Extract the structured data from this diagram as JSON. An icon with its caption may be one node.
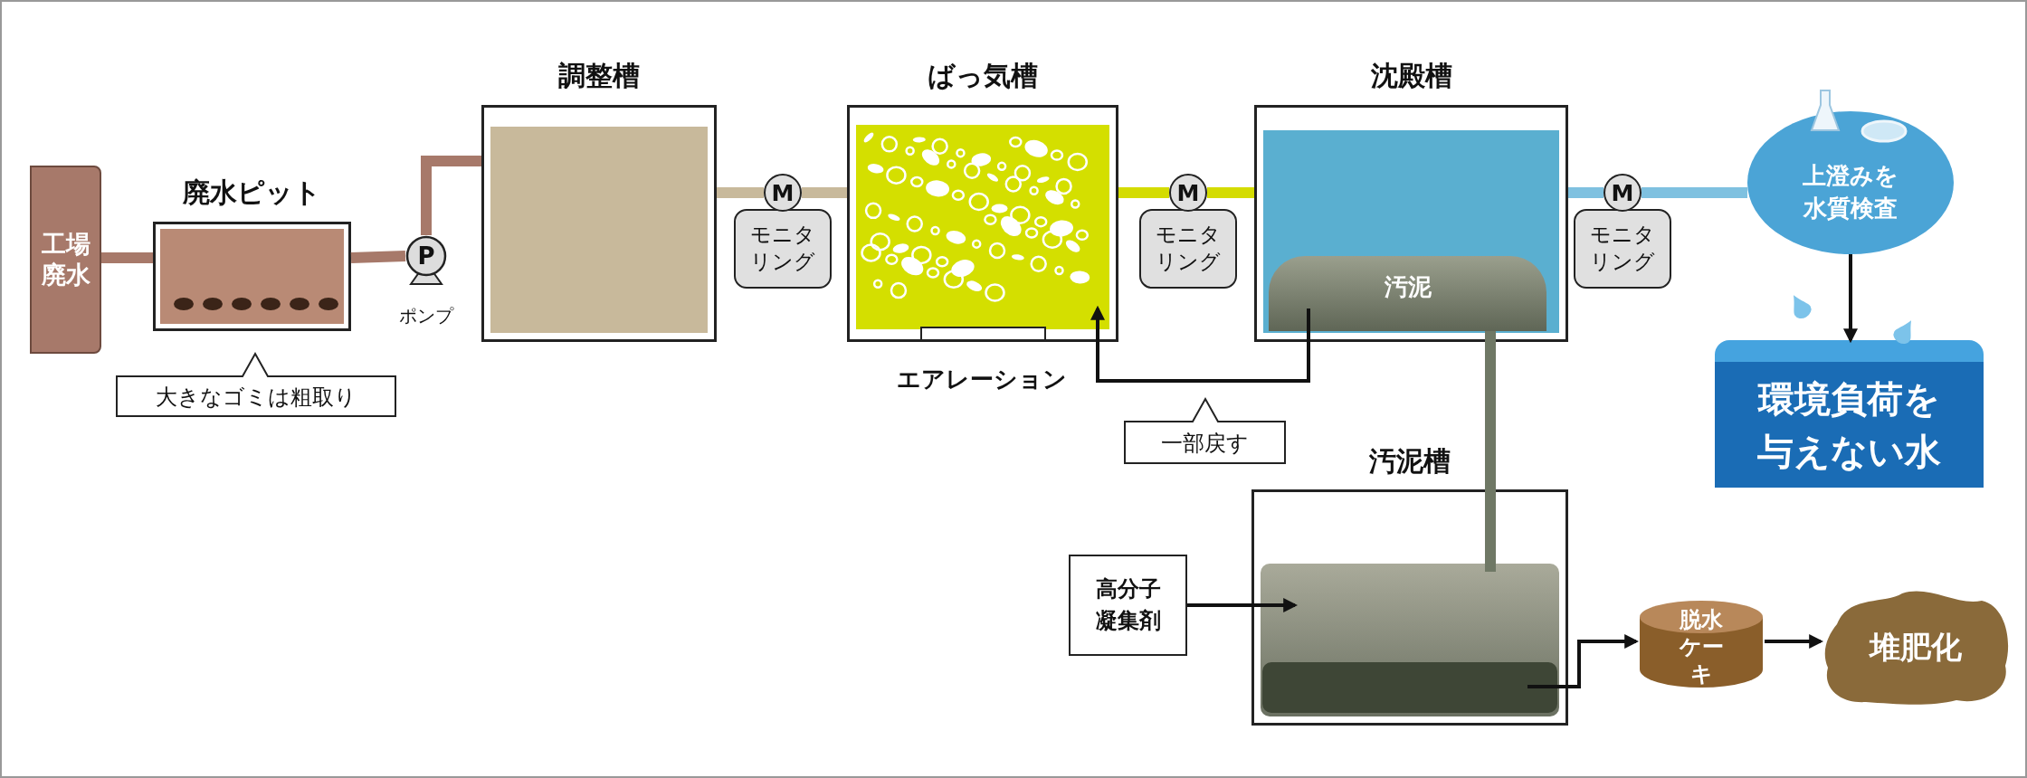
{
  "diagram": {
    "nodes": [
      {
        "text": [
          "工場廃水"
        ]
      },
      {
        "text": [
          "廃水ピット"
        ]
      },
      {
        "text": [
          "大きなゴミは粗取り"
        ]
      },
      {
        "text": [
          "P"
        ],
        "beside": [
          "ポンプ"
        ]
      },
      {
        "text": [
          "調整槽"
        ]
      },
      {
        "text": [
          "M",
          "モニタリング"
        ]
      },
      {
        "text": [
          "ばっ気槽"
        ],
        "beside": [
          "エアレーション"
        ]
      },
      {
        "text": [
          "M",
          "モニタリング"
        ]
      },
      {
        "text": [
          "沈殿槽"
        ]
      },
      {
        "text": [
          "汚泥"
        ],
        "in": 8
      },
      {
        "text": [
          "一部戻す"
        ]
      },
      {
        "text": [
          "M",
          "モニタリング"
        ]
      },
      {
        "text": [
          "上澄みを水質検査"
        ]
      },
      {
        "text": [
          "環境負荷を与えない水"
        ]
      },
      {
        "text": [
          "汚泥槽"
        ]
      },
      {
        "text": [
          "高分子凝集剤"
        ]
      },
      {
        "text": [
          "脱水ケーキ"
        ]
      },
      {
        "text": [
          "堆肥化"
        ]
      }
    ],
    "edges": [
      {
        "from": 0,
        "to": 1,
        "arrow": "none",
        "color": "#a7796a"
      },
      {
        "from": 1,
        "to": 3,
        "arrow": "none",
        "color": "#a7796a"
      },
      {
        "from": 3,
        "to": 4,
        "arrow": "none",
        "color": "#a7796a"
      },
      {
        "from": 4,
        "to": 5,
        "arrow": "none",
        "color": "#c8b99b"
      },
      {
        "from": 5,
        "to": 6,
        "arrow": "none",
        "color": "#c8b99b"
      },
      {
        "from": 6,
        "to": 7,
        "arrow": "none",
        "color": "#d4dc00"
      },
      {
        "from": 7,
        "to": 8,
        "arrow": "none",
        "color": "#d4dc00"
      },
      {
        "from": 8,
        "to": 11,
        "arrow": "none",
        "color": "#7fc1e0"
      },
      {
        "from": 11,
        "to": 12,
        "arrow": "none",
        "color": "#7fc1e0"
      },
      {
        "from": 9,
        "to": 6,
        "arrow": "to"
      },
      {
        "from": 12,
        "to": 13,
        "arrow": "to"
      },
      {
        "from": 9,
        "to": 14,
        "arrow": "none",
        "color": "#6f7865"
      },
      {
        "from": 15,
        "to": 14,
        "arrow": "to"
      },
      {
        "from": 14,
        "to": 16,
        "arrow": "to"
      },
      {
        "from": 16,
        "to": 17,
        "arrow": "to"
      }
    ]
  }
}
